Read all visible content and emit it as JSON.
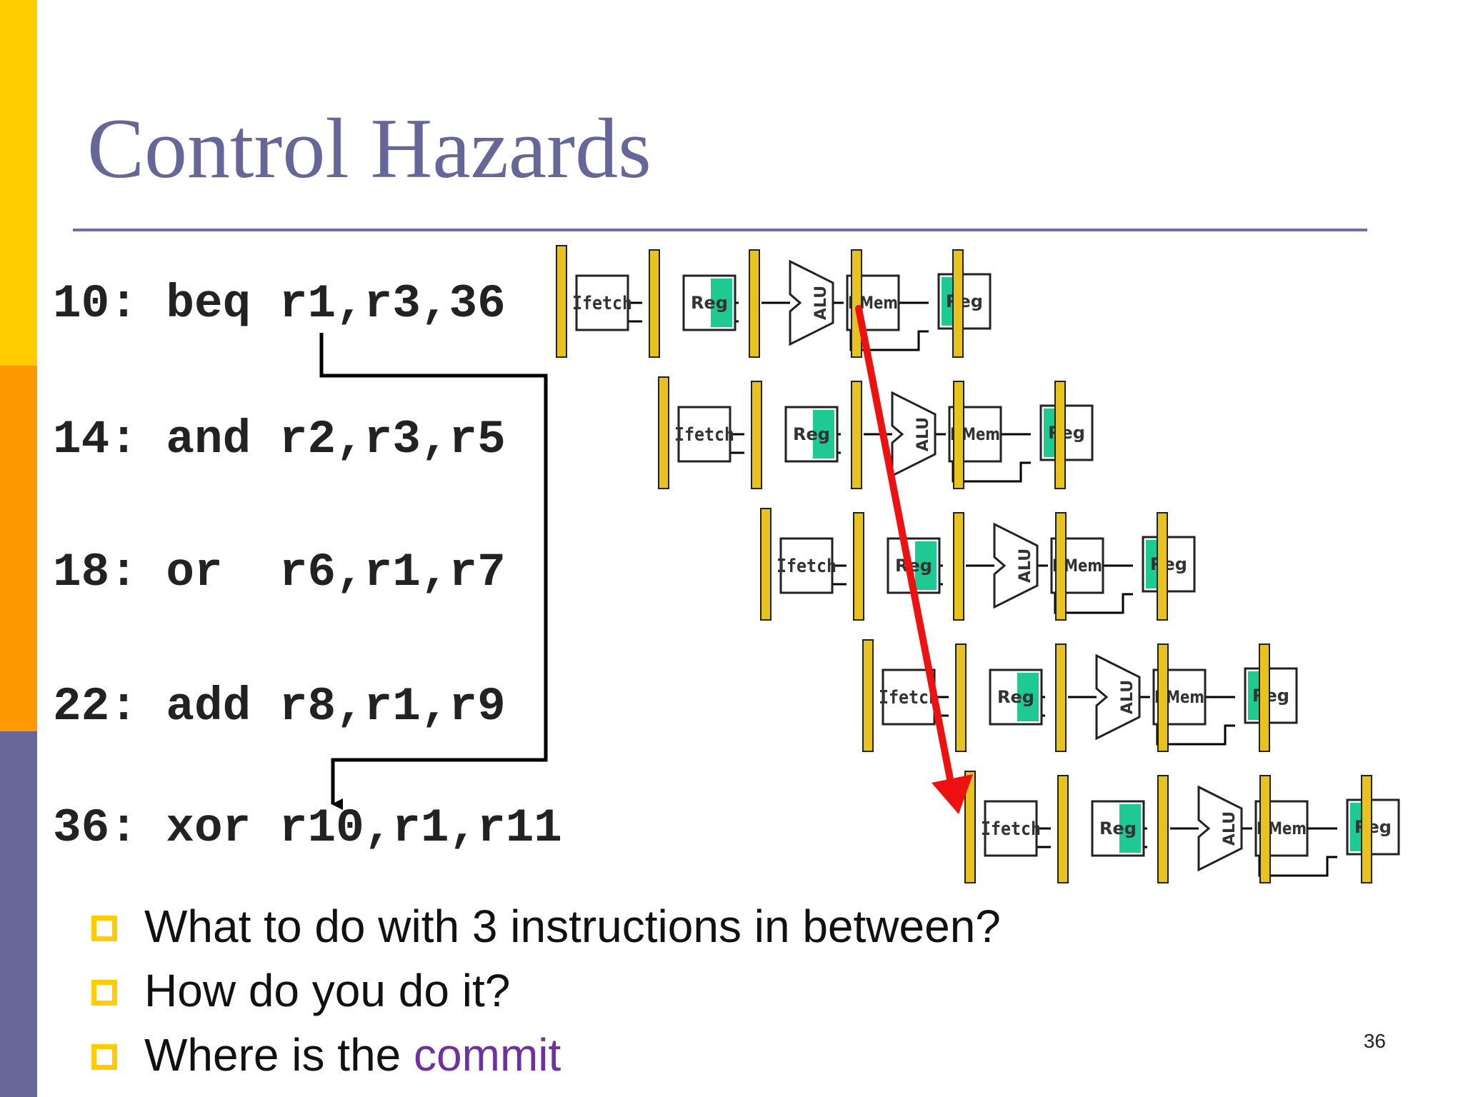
{
  "slide": {
    "title": "Control Hazards",
    "page_number": "36"
  },
  "code": [
    {
      "address": "10:",
      "text": "10: beq r1,r3,36"
    },
    {
      "address": "14:",
      "text": "14: and r2,r3,r5"
    },
    {
      "address": "18:",
      "text": "18: or  r6,r1,r7"
    },
    {
      "address": "22:",
      "text": "22: add r8,r1,r9"
    },
    {
      "address": "36:",
      "text": "36: xor r10,r1,r11"
    }
  ],
  "pipeline": {
    "stage_labels": {
      "ifetch": "Ifetch",
      "reg": "Reg",
      "alu": "ALU",
      "dmem": "DMem",
      "wb": "Reg"
    },
    "rows": 5,
    "colors": {
      "latch": "#E8C21F",
      "reg_fill": "#1FC992",
      "arrow": "#EE1111",
      "wire": "#000000"
    }
  },
  "bullets": [
    {
      "text": "What to do with 3 instructions in between?"
    },
    {
      "text": "How do you do it?"
    },
    {
      "text": "Where is the ",
      "highlight": "commit"
    }
  ],
  "colors": {
    "title": "#666699",
    "bullet_box": "#FFCC00",
    "highlight": "#7030A0"
  }
}
